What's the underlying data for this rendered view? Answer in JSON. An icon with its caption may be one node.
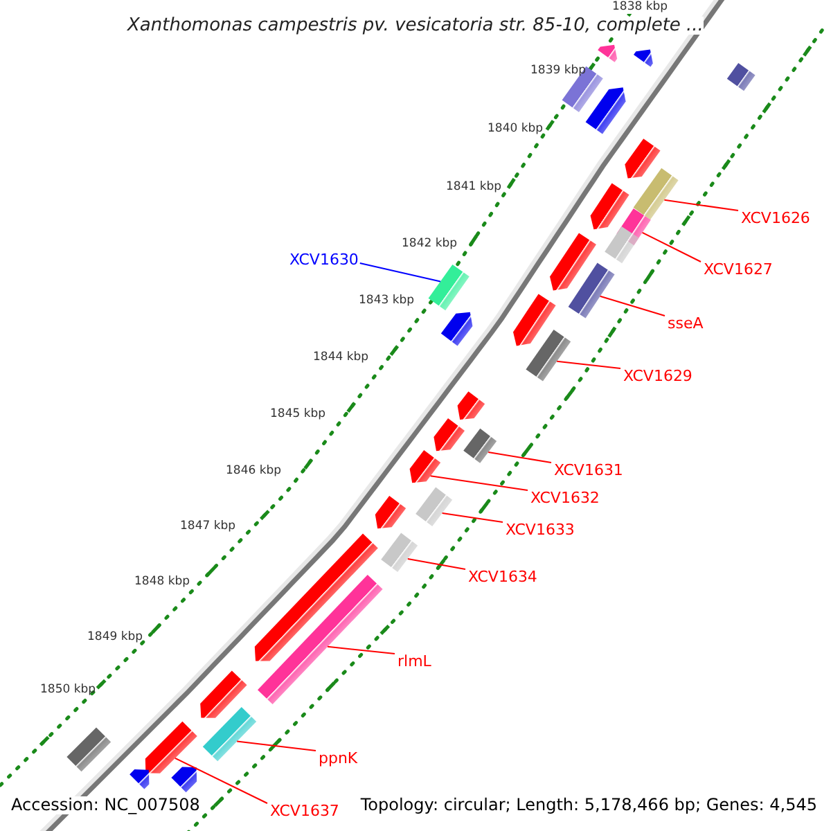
{
  "diagram": {
    "title": "Xanthomonas campestris pv. vesicatoria str. 85-10, complete ...",
    "nodes": [
      {
        "text": [],
        "shape": "pentagon"
      },
      {
        "text": [],
        "shape": "pentagon"
      },
      {
        "text": [],
        "shape": "bar"
      },
      {
        "text": [],
        "shape": "bar"
      },
      {
        "text": [],
        "shape": "pentagon"
      },
      {
        "text": [],
        "shape": "pentagon"
      },
      {
        "text": [],
        "shape": "bar"
      },
      {
        "text": [],
        "shape": "pentagon"
      },
      {
        "text": [],
        "shape": "bar"
      },
      {
        "text": [],
        "shape": "bar"
      },
      {
        "text": [],
        "shape": "pentagon"
      },
      {
        "text": [],
        "shape": "bar"
      },
      {
        "text": [],
        "shape": "pentagon"
      },
      {
        "text": [],
        "shape": "bar"
      },
      {
        "text": [],
        "shape": "bar"
      },
      {
        "text": [],
        "shape": "pentagon"
      },
      {
        "text": [],
        "shape": "pentagon"
      },
      {
        "text": [],
        "shape": "bar"
      },
      {
        "text": [],
        "shape": "pentagon"
      },
      {
        "text": [],
        "shape": "pentagon"
      },
      {
        "text": [],
        "shape": "bar"
      },
      {
        "text": [],
        "shape": "pentagon"
      },
      {
        "text": [],
        "shape": "bar"
      },
      {
        "text": [],
        "shape": "pentagon"
      },
      {
        "text": [],
        "shape": "bar"
      },
      {
        "text": [],
        "shape": "pentagon"
      },
      {
        "text": [],
        "shape": "bar"
      },
      {
        "text": [],
        "shape": "pentagon"
      },
      {
        "text": [],
        "shape": "bar"
      },
      {
        "text": [],
        "shape": "pentagon"
      },
      {
        "text": [],
        "shape": "pentagon"
      },
      {
        "text": [
          "XCV1626"
        ]
      },
      {
        "text": [
          "XCV1627"
        ]
      },
      {
        "text": [
          "sseA"
        ]
      },
      {
        "text": [
          "XCV1629"
        ]
      },
      {
        "text": [
          "XCV1630"
        ]
      },
      {
        "text": [
          "XCV1631"
        ]
      },
      {
        "text": [
          "XCV1632"
        ]
      },
      {
        "text": [
          "XCV1633"
        ]
      },
      {
        "text": [
          "XCV1634"
        ]
      },
      {
        "text": [
          "rlmL"
        ]
      },
      {
        "text": [
          "ppnK"
        ]
      },
      {
        "text": [
          "XCV1637"
        ]
      }
    ],
    "edges": [
      {
        "from": 31,
        "to": 6,
        "arrow": "none"
      },
      {
        "from": 32,
        "to": 8,
        "arrow": "none"
      },
      {
        "from": 33,
        "to": 11,
        "arrow": "none"
      },
      {
        "from": 34,
        "to": 13,
        "arrow": "none"
      },
      {
        "from": 35,
        "to": 14,
        "arrow": "none",
        "color": "#0000ff"
      },
      {
        "from": 36,
        "to": 17,
        "arrow": "none"
      },
      {
        "from": 37,
        "to": 19,
        "arrow": "none"
      },
      {
        "from": 38,
        "to": 20,
        "arrow": "none"
      },
      {
        "from": 39,
        "to": 22,
        "arrow": "none"
      },
      {
        "from": 40,
        "to": 24,
        "arrow": "none"
      },
      {
        "from": 41,
        "to": 26,
        "arrow": "none"
      },
      {
        "from": 42,
        "to": 27,
        "arrow": "none"
      }
    ],
    "labels": [
      "1838 kbp",
      "1839 kbp",
      "1840 kbp",
      "1841 kbp",
      "1842 kbp",
      "1843 kbp",
      "1844 kbp",
      "1845 kbp",
      "1846 kbp",
      "1847 kbp",
      "1848 kbp",
      "1849 kbp",
      "1850 kbp",
      "Accession: NC_007508",
      "Topology: circular; Length: 5,178,466 bp; Genes: 4,545"
    ]
  }
}
